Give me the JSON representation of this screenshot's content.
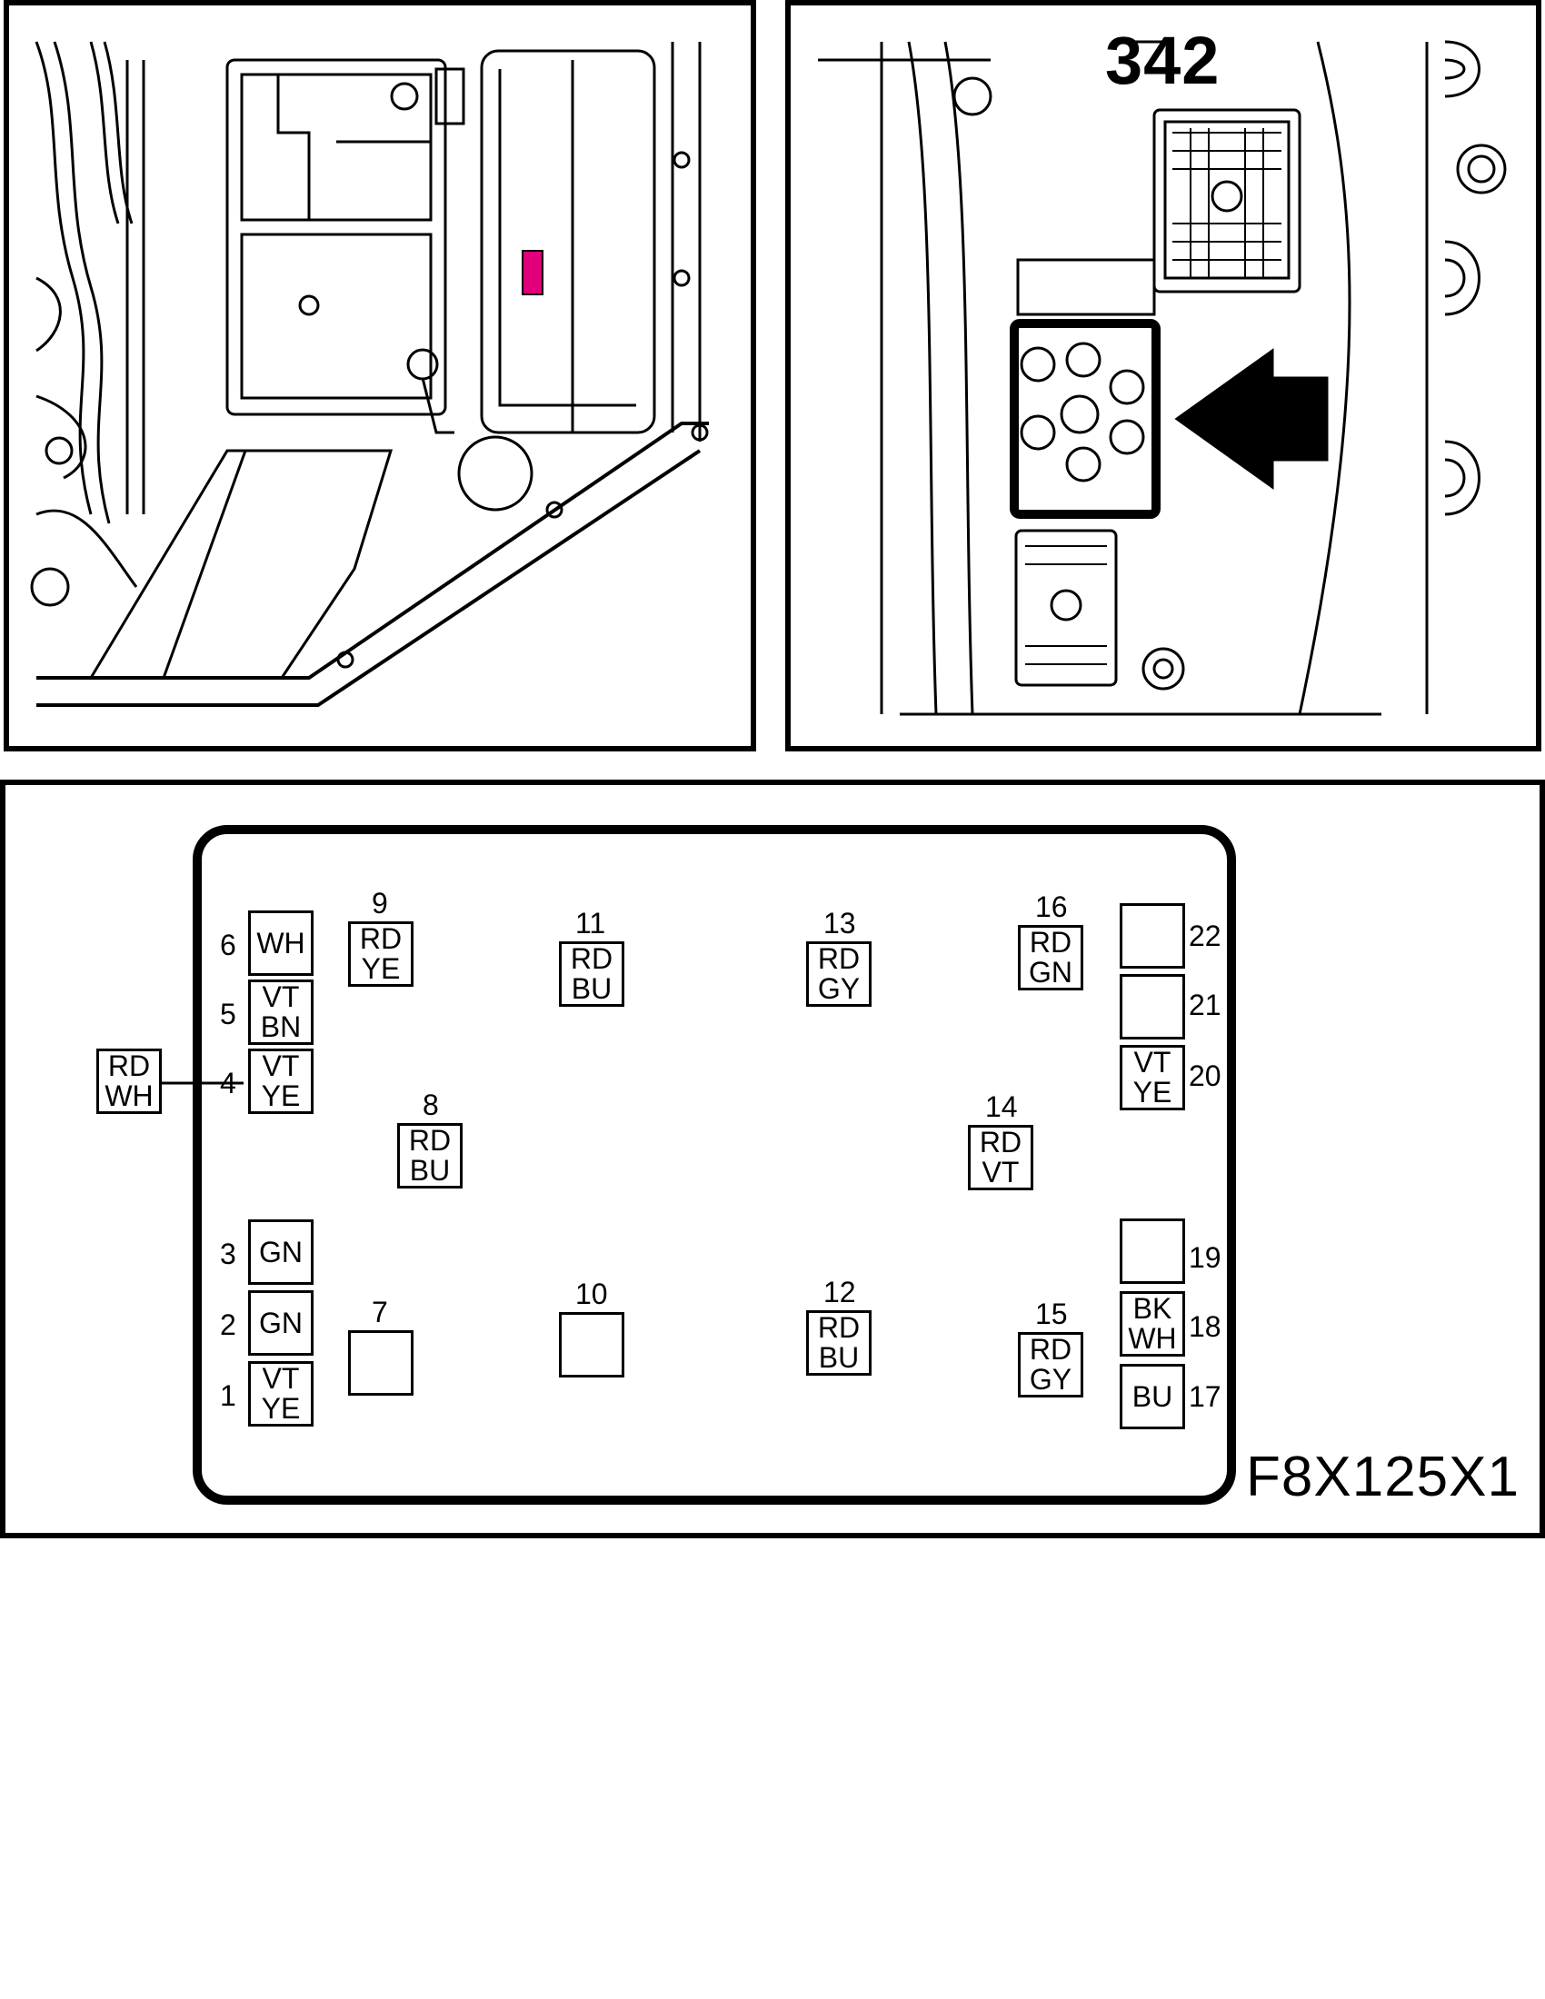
{
  "callout_number": "342",
  "connector_id": "F8X125X1",
  "external_wire": {
    "line1": "RD",
    "line2": "WH"
  },
  "pins": [
    {
      "num": "1",
      "line1": "VT",
      "line2": "YE"
    },
    {
      "num": "2",
      "line1": "GN",
      "line2": ""
    },
    {
      "num": "3",
      "line1": "GN",
      "line2": ""
    },
    {
      "num": "4",
      "line1": "VT",
      "line2": "YE"
    },
    {
      "num": "5",
      "line1": "VT",
      "line2": "BN"
    },
    {
      "num": "6",
      "line1": "WH",
      "line2": ""
    },
    {
      "num": "7",
      "line1": "",
      "line2": ""
    },
    {
      "num": "8",
      "line1": "RD",
      "line2": "BU"
    },
    {
      "num": "9",
      "line1": "RD",
      "line2": "YE"
    },
    {
      "num": "10",
      "line1": "",
      "line2": ""
    },
    {
      "num": "11",
      "line1": "RD",
      "line2": "BU"
    },
    {
      "num": "12",
      "line1": "RD",
      "line2": "BU"
    },
    {
      "num": "13",
      "line1": "RD",
      "line2": "GY"
    },
    {
      "num": "14",
      "line1": "RD",
      "line2": "VT"
    },
    {
      "num": "15",
      "line1": "RD",
      "line2": "GY"
    },
    {
      "num": "16",
      "line1": "RD",
      "line2": "GN"
    },
    {
      "num": "17",
      "line1": "BU",
      "line2": ""
    },
    {
      "num": "18",
      "line1": "BK",
      "line2": "WH"
    },
    {
      "num": "19",
      "line1": "",
      "line2": ""
    },
    {
      "num": "20",
      "line1": "VT",
      "line2": "YE"
    },
    {
      "num": "21",
      "line1": "",
      "line2": ""
    },
    {
      "num": "22",
      "line1": "",
      "line2": ""
    }
  ],
  "highlight_color": "#e0007a"
}
